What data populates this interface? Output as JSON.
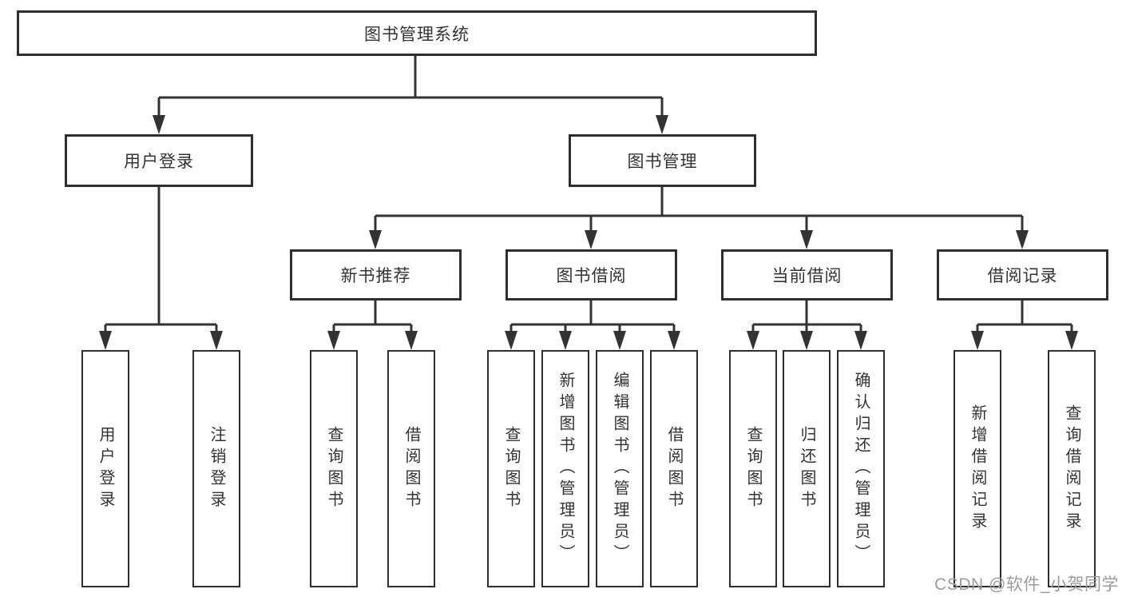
{
  "diagram": {
    "type": "hierarchy-tree",
    "watermark": "CSDN @软件_小贺同学"
  },
  "colors": {
    "line": "#333333",
    "border": "#2e2e2e",
    "box_fill": "#ffffff",
    "text": "#333333",
    "watermark": "#9c9c9c",
    "background": "#ffffff"
  },
  "tree": {
    "root": {
      "label": "图书管理系统",
      "children": [
        {
          "label": "用户登录",
          "children": [
            {
              "label": "用户登录"
            },
            {
              "label": "注销登录"
            }
          ]
        },
        {
          "label": "图书管理",
          "children": [
            {
              "label": "新书推荐",
              "children": [
                {
                  "label": "查询图书"
                },
                {
                  "label": "借阅图书"
                }
              ]
            },
            {
              "label": "图书借阅",
              "children": [
                {
                  "label": "查询图书"
                },
                {
                  "label": "新增图书（管理员）"
                },
                {
                  "label": "编辑图书（管理员）"
                },
                {
                  "label": "借阅图书"
                }
              ]
            },
            {
              "label": "当前借阅",
              "children": [
                {
                  "label": "查询图书"
                },
                {
                  "label": "归还图书"
                },
                {
                  "label": "确认归还（管理员）"
                }
              ]
            },
            {
              "label": "借阅记录",
              "children": [
                {
                  "label": "新增借阅记录"
                },
                {
                  "label": "查询借阅记录"
                }
              ]
            }
          ]
        }
      ]
    }
  }
}
